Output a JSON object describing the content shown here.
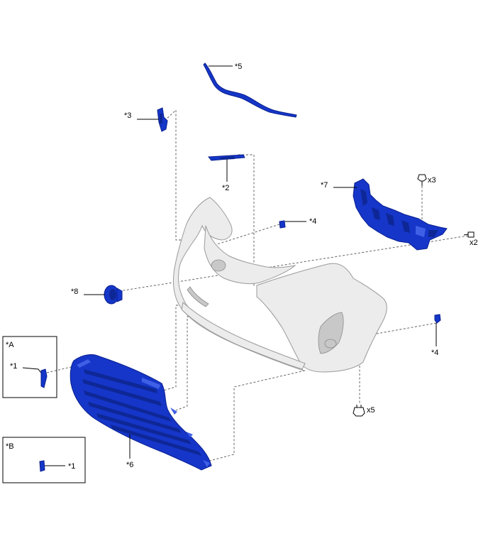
{
  "callouts": {
    "c1_a": "*1",
    "c1_b": "*1",
    "c2": "*2",
    "c3": "*3",
    "c4_top": "*4",
    "c4_right": "*4",
    "c5": "*5",
    "c6": "*6",
    "c7": "*7",
    "c8": "*8"
  },
  "quantities": {
    "q_x3": "x3",
    "q_x2": "x2",
    "q_x5": "x5"
  },
  "insets": {
    "inset_a": "*A",
    "inset_b": "*B"
  },
  "colors": {
    "part_highlight": "#1536c8",
    "bumper_body": "#ececec"
  }
}
